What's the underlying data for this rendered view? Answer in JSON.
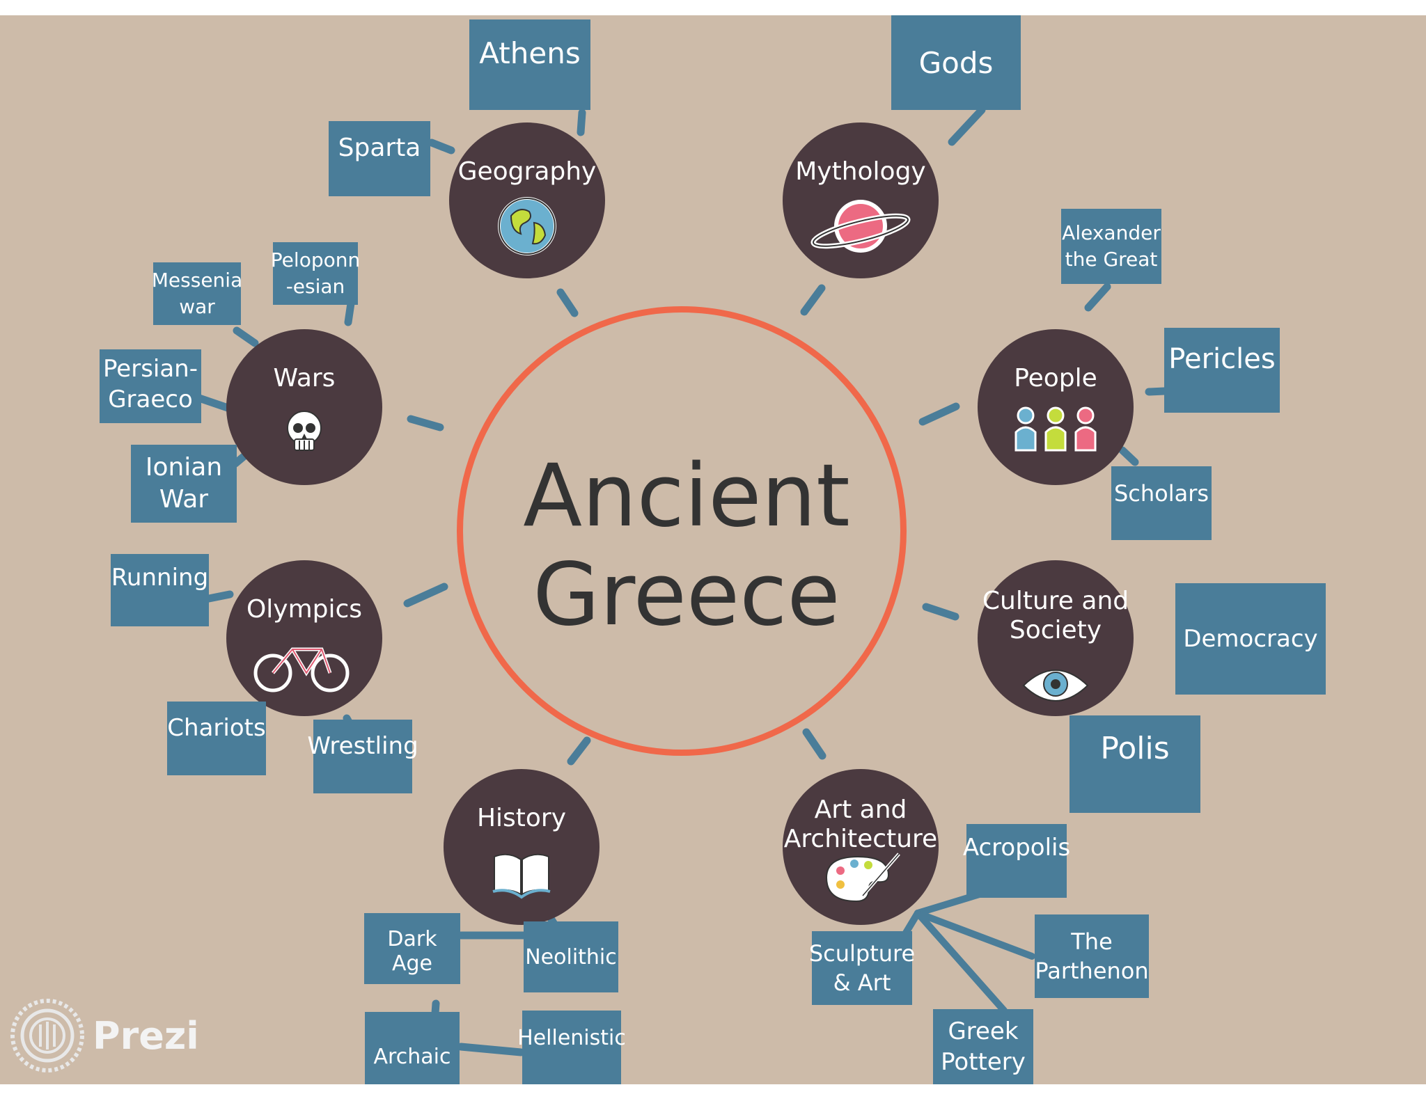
{
  "center": {
    "line1": "Ancient",
    "line2": "Greece"
  },
  "hubs": {
    "geography": "Geography",
    "mythology": "Mythology",
    "wars": "Wars",
    "people": "People",
    "olympics": "Olympics",
    "culture": "Culture and\nSociety",
    "history": "History",
    "art": "Art and\nArchitecture"
  },
  "topics": {
    "athens": "Athens",
    "sparta": "Sparta",
    "gods": "Gods",
    "alexander": "Alexander\nthe Great",
    "pericles": "Pericles",
    "scholars": "Scholars",
    "messenia": "Messenia\nwar",
    "peloponnesian": "Peloponn\n-esian",
    "persian": "Persian-\nGraeco",
    "ionian": "Ionian\nWar",
    "running": "Running",
    "chariots": "Chariots",
    "wrestling": "Wrestling",
    "democracy": "Democracy",
    "polis": "Polis",
    "acropolis": "Acropolis",
    "parthenon": "The\nParthenon",
    "sculpture": "Sculpture\n& Art",
    "pottery": "Greek\nPottery",
    "dark_age": "Dark Age",
    "neolithic": "Neolithic",
    "archaic": "Archaic",
    "hellenistic": "Hellenistic"
  },
  "branding": {
    "logo_text": "Prezi"
  },
  "colors": {
    "background": "#cdbba9",
    "hub": "#4b3a40",
    "box": "#4a7d99",
    "ring": "#f0684a",
    "title": "#333333"
  },
  "icons": {
    "geography": "globe-icon",
    "mythology": "planet-icon",
    "wars": "skull-icon",
    "people": "people-icon",
    "olympics": "bicycle-icon",
    "culture": "eye-icon",
    "history": "book-icon",
    "art": "palette-icon"
  }
}
